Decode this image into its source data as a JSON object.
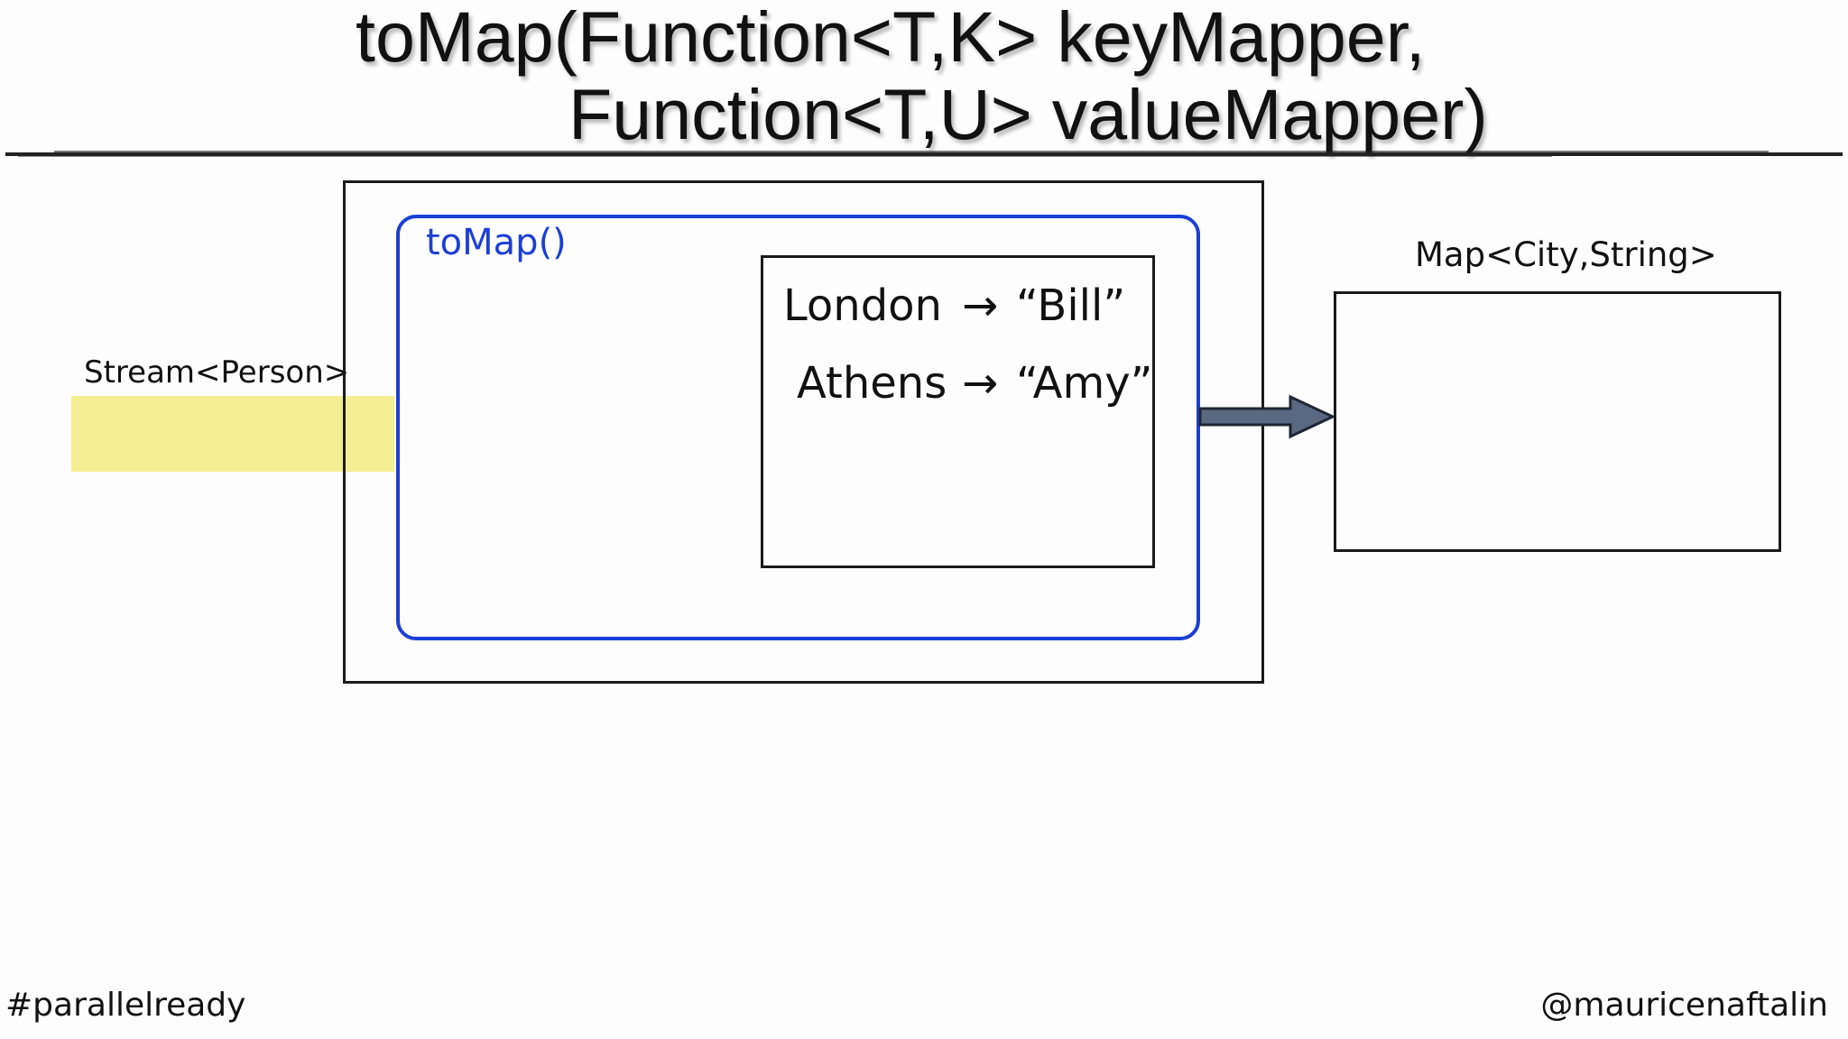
{
  "title": {
    "line1": "toMap(Function<T,K> keyMapper,",
    "line2": "Function<T,U> valueMapper)"
  },
  "diagram": {
    "stream_label": "Stream<Person>",
    "collector_label": "toMap()",
    "container_entries": [
      {
        "key": "London",
        "arrow": "→",
        "value": "“Bill”"
      },
      {
        "key": "Athens",
        "arrow": "→",
        "value": "“Amy”"
      }
    ],
    "result_label": "Map<City,String>"
  },
  "footer": {
    "hashtag": "#parallelready",
    "handle": "@mauricenaftalin"
  },
  "colors": {
    "collector_border": "#1b3fd6",
    "stream_band": "#f4ef92",
    "arrow_fill": "#5a6880"
  }
}
